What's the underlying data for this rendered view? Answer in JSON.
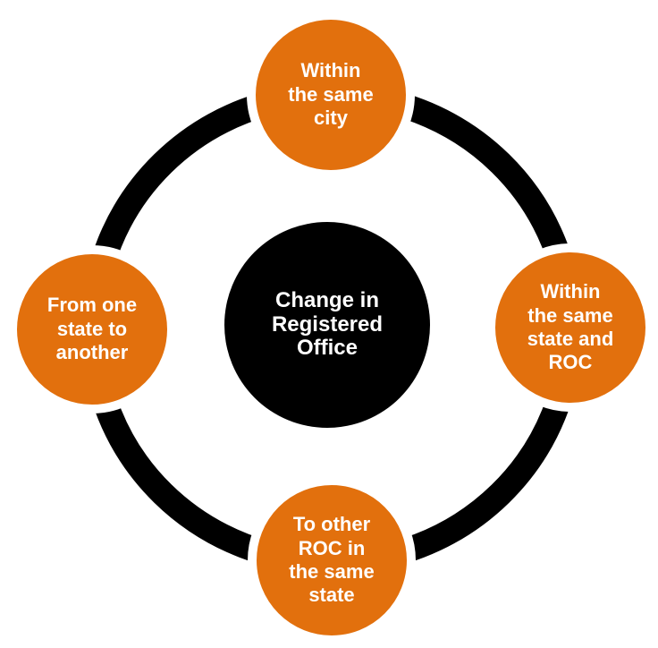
{
  "diagram": {
    "type": "cycle-diagram",
    "center": {
      "label": "Change in\nRegistered\nOffice"
    },
    "nodes": [
      {
        "position": "top",
        "label": "Within\nthe same\ncity"
      },
      {
        "position": "right",
        "label": "Within\nthe same\nstate and\nROC"
      },
      {
        "position": "bottom",
        "label": "To other\nROC in\nthe same\nstate"
      },
      {
        "position": "left",
        "label": "From one\nstate to\nanother"
      }
    ],
    "colors": {
      "node_fill": "#E2700D",
      "center_fill": "#000000",
      "ring": "#000000",
      "label_text": "#FFFFFF",
      "background": "#FFFFFF"
    }
  }
}
